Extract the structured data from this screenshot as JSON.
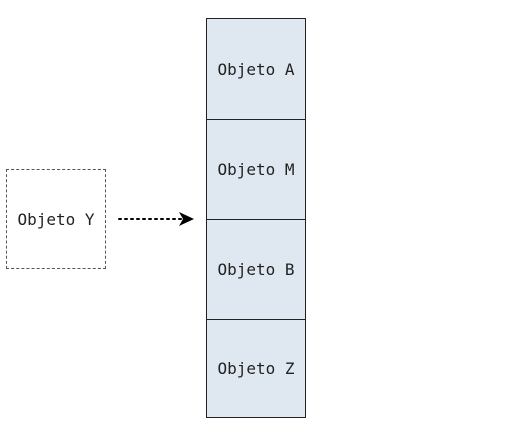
{
  "stack": {
    "items": [
      {
        "label": "Objeto A"
      },
      {
        "label": "Objeto M"
      },
      {
        "label": "Objeto B"
      },
      {
        "label": "Objeto Z"
      }
    ]
  },
  "floating": {
    "label": "Objeto Y"
  },
  "colors": {
    "stack_fill": "#dfe8f0",
    "stroke": "#222222",
    "dashed_stroke": "#555555",
    "arrow": "#000000"
  }
}
